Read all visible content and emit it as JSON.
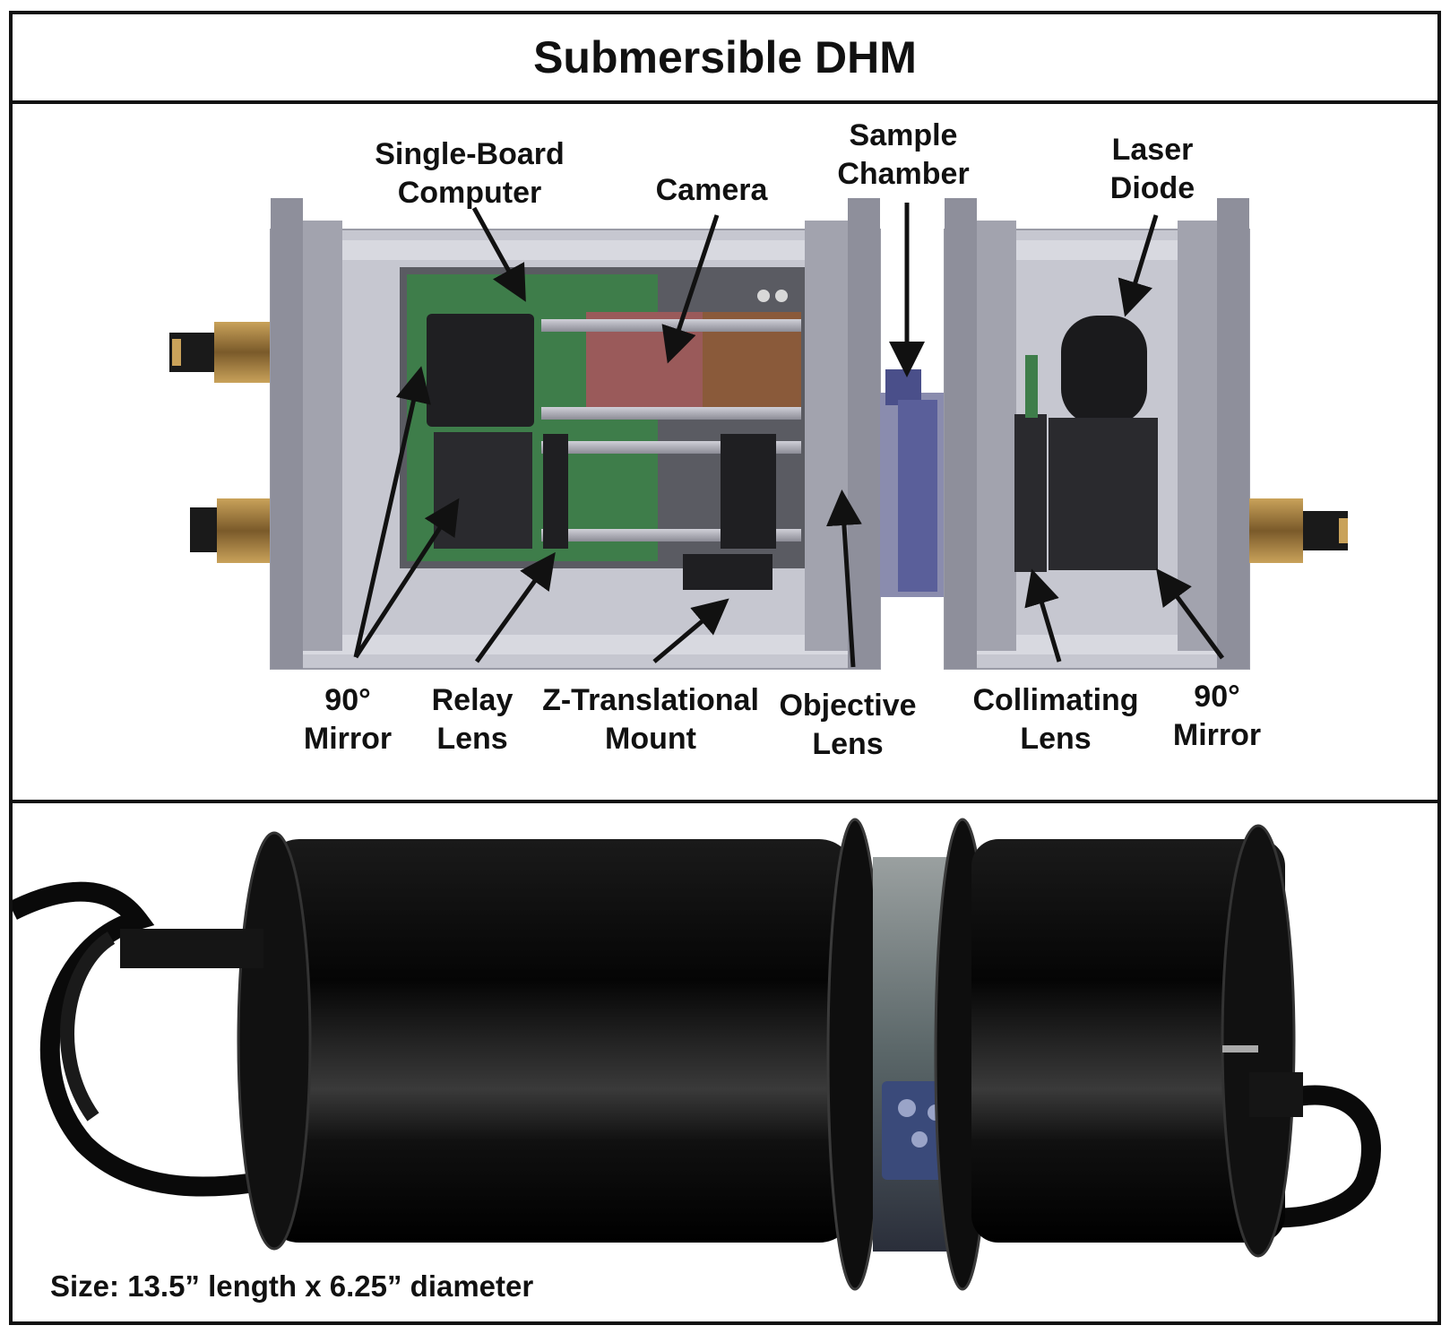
{
  "title": "Submersible DHM",
  "labels": {
    "single_board_computer": [
      "Single-Board",
      "Computer"
    ],
    "camera": [
      "Camera"
    ],
    "sample_chamber": [
      "Sample",
      "Chamber"
    ],
    "laser_diode": [
      "Laser",
      "Diode"
    ],
    "mirror_left": [
      "90°",
      "Mirror"
    ],
    "relay_lens": [
      "Relay",
      "Lens"
    ],
    "z_translational_mount": [
      "Z-Translational",
      "Mount"
    ],
    "objective_lens": [
      "Objective",
      "Lens"
    ],
    "collimating_lens": [
      "Collimating",
      "Lens"
    ],
    "mirror_right": [
      "90°",
      "Mirror"
    ]
  },
  "size_caption": "Size: 13.5” length x 6.25” diameter",
  "colors": {
    "housing": "#b9bac4",
    "endcap": "#8e8f9b",
    "board": "#3e7d4a",
    "camera_block": "#9a5a5a",
    "sample_chamber": "#4a4f8a",
    "connector": "#7a5a2a",
    "photo_body": "#0d0d0d"
  }
}
